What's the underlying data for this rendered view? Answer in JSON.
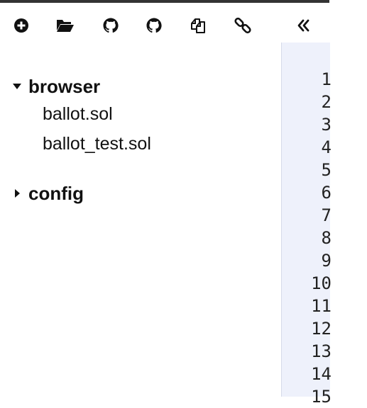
{
  "toolbar": {
    "icons": [
      {
        "name": "create-new-file-icon",
        "glyph": "plus-circle-icon"
      },
      {
        "name": "open-folder-icon",
        "glyph": "folder-open-icon"
      },
      {
        "name": "github-publish-icon",
        "glyph": "github-icon"
      },
      {
        "name": "github-update-icon",
        "glyph": "github-icon"
      },
      {
        "name": "copy-files-icon",
        "glyph": "copy-icon"
      },
      {
        "name": "connect-localhost-icon",
        "glyph": "link-icon"
      }
    ],
    "collapse": {
      "glyph": "angle-double-left-icon"
    }
  },
  "file_explorer": {
    "folders": [
      {
        "label": "browser",
        "expanded": true,
        "files": [
          {
            "label": "ballot.sol"
          },
          {
            "label": "ballot_test.sol"
          }
        ]
      },
      {
        "label": "config",
        "expanded": false,
        "files": []
      }
    ]
  },
  "editor": {
    "line_numbers": [
      "1",
      "2",
      "3",
      "4",
      "5",
      "6",
      "7",
      "8",
      "9",
      "10",
      "11",
      "12",
      "13",
      "14",
      "15"
    ]
  },
  "colors": {
    "top_bar": "#333333",
    "editor_background": "#eef1fb",
    "text": "#111111"
  }
}
